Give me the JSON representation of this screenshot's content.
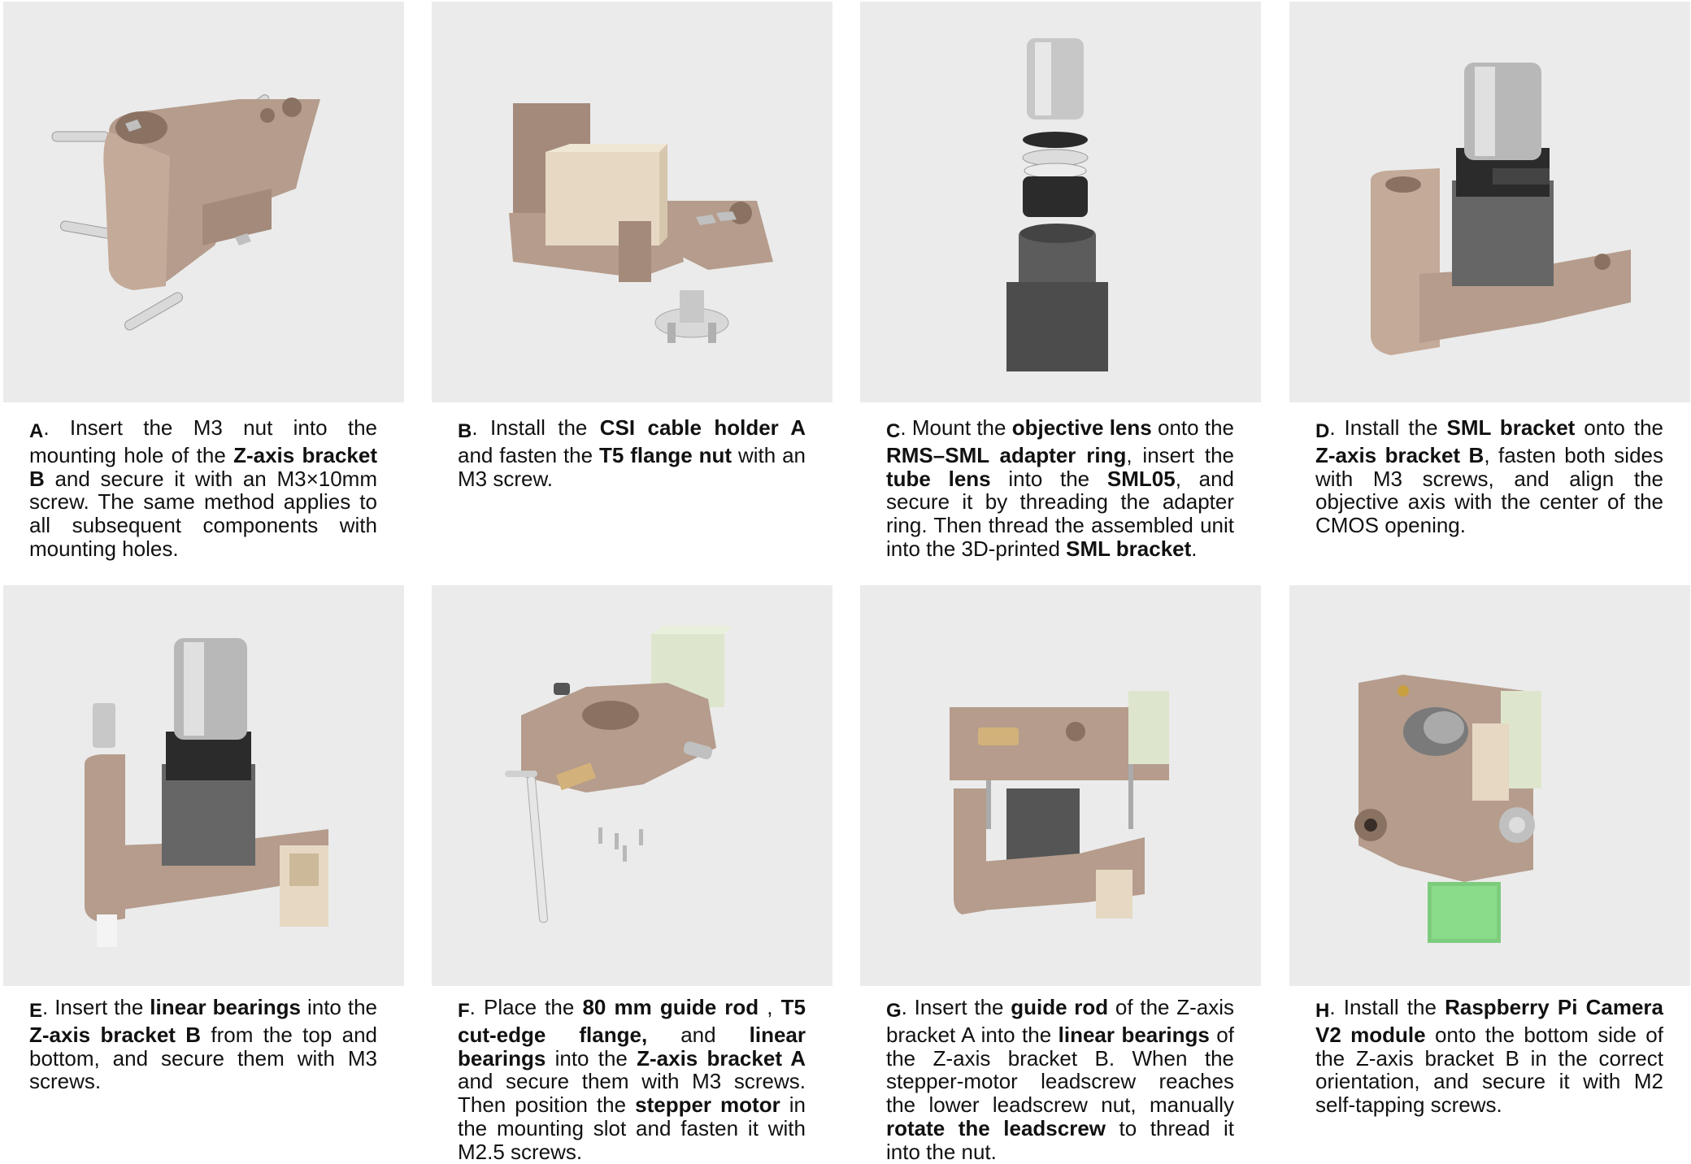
{
  "steps": [
    {
      "letter": "A",
      "parts": [
        {
          "t": ". Insert the M3 nut into the mounting hole of the ",
          "b": false
        },
        {
          "t": "Z-axis bracket B",
          "b": true
        },
        {
          "t": " and secure it with an M3×10mm screw. The same method applies to all subsequent components with mounting holes.",
          "b": false
        }
      ]
    },
    {
      "letter": "B",
      "parts": [
        {
          "t": ". Install the ",
          "b": false
        },
        {
          "t": "CSI cable holder A",
          "b": true
        },
        {
          "t": " and fasten the ",
          "b": false
        },
        {
          "t": "T5 flange nut",
          "b": true
        },
        {
          "t": " with an M3 screw.",
          "b": false
        }
      ]
    },
    {
      "letter": "C",
      "parts": [
        {
          "t": ". Mount the ",
          "b": false
        },
        {
          "t": "objective lens",
          "b": true
        },
        {
          "t": " onto the ",
          "b": false
        },
        {
          "t": "RMS–SML adapter ring",
          "b": true
        },
        {
          "t": ", insert the ",
          "b": false
        },
        {
          "t": "tube lens",
          "b": true
        },
        {
          "t": " into the ",
          "b": false
        },
        {
          "t": "SML05",
          "b": true
        },
        {
          "t": ", and secure it by threading the adapter ring. Then thread the assembled unit into the 3D-printed ",
          "b": false
        },
        {
          "t": "SML bracket",
          "b": true
        },
        {
          "t": ".",
          "b": false
        }
      ]
    },
    {
      "letter": "D",
      "parts": [
        {
          "t": ". Install the ",
          "b": false
        },
        {
          "t": "SML bracket",
          "b": true
        },
        {
          "t": " onto the ",
          "b": false
        },
        {
          "t": "Z-axis bracket B",
          "b": true
        },
        {
          "t": ", fasten both sides with M3 screws, and align the objective axis with the center of the CMOS opening.",
          "b": false
        }
      ]
    },
    {
      "letter": "E",
      "parts": [
        {
          "t": ". Insert the ",
          "b": false
        },
        {
          "t": "linear bearings",
          "b": true
        },
        {
          "t": " into the ",
          "b": false
        },
        {
          "t": "Z-axis bracket B",
          "b": true
        },
        {
          "t": " from the top and bottom, and secure them with M3 screws.",
          "b": false
        }
      ]
    },
    {
      "letter": "F",
      "parts": [
        {
          "t": ". Place the ",
          "b": false
        },
        {
          "t": "80 mm guide rod",
          "b": true
        },
        {
          "t": " , ",
          "b": false
        },
        {
          "t": "T5 cut-edge flange,",
          "b": true
        },
        {
          "t": " and ",
          "b": false
        },
        {
          "t": "linear bearings",
          "b": true
        },
        {
          "t": " into the ",
          "b": false
        },
        {
          "t": "Z-axis bracket A",
          "b": true
        },
        {
          "t": " and secure them with M3 screws. Then position the ",
          "b": false
        },
        {
          "t": "stepper motor",
          "b": true
        },
        {
          "t": " in the mounting slot and fasten it with M2.5 screws.",
          "b": false
        }
      ]
    },
    {
      "letter": "G",
      "parts": [
        {
          "t": ". Insert the ",
          "b": false
        },
        {
          "t": "guide rod",
          "b": true
        },
        {
          "t": " of the Z-axis bracket A into the ",
          "b": false
        },
        {
          "t": "linear bearings",
          "b": true
        },
        {
          "t": " of the Z-axis bracket B. When the stepper-motor leadscrew reaches the lower leadscrew nut, manually ",
          "b": false
        },
        {
          "t": "rotate the leadscrew",
          "b": true
        },
        {
          "t": " to thread it into the nut.",
          "b": false
        }
      ]
    },
    {
      "letter": "H",
      "parts": [
        {
          "t": ". Install the ",
          "b": false
        },
        {
          "t": "Raspberry Pi Camera V2 module",
          "b": true
        },
        {
          "t": " onto the bottom side of the Z-axis bracket B in the correct orientation, and secure it with M2 self-tapping screws.",
          "b": false
        }
      ]
    }
  ]
}
